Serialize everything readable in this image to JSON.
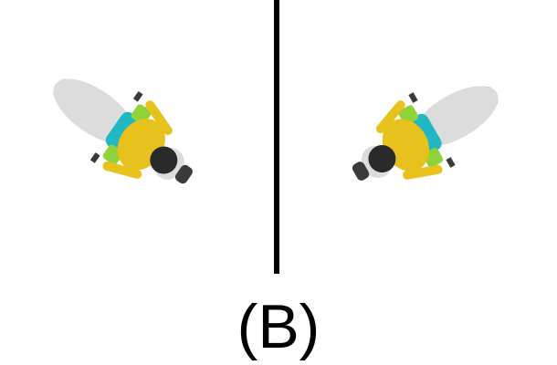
{
  "caption": "(B)",
  "colors": {
    "background": "#ffffff",
    "divider": "#000000",
    "fairing": "#dcdcdc",
    "tire": "#3a3a3a",
    "jacket": "#e8c21c",
    "frame": "#21b8c4",
    "accent": "#8a3fc8",
    "green": "#8fd23a",
    "helmet": "#2a2a2a"
  },
  "figures": [
    {
      "name": "rider-left",
      "facing": "down-right"
    },
    {
      "name": "rider-right",
      "facing": "down-left"
    }
  ]
}
